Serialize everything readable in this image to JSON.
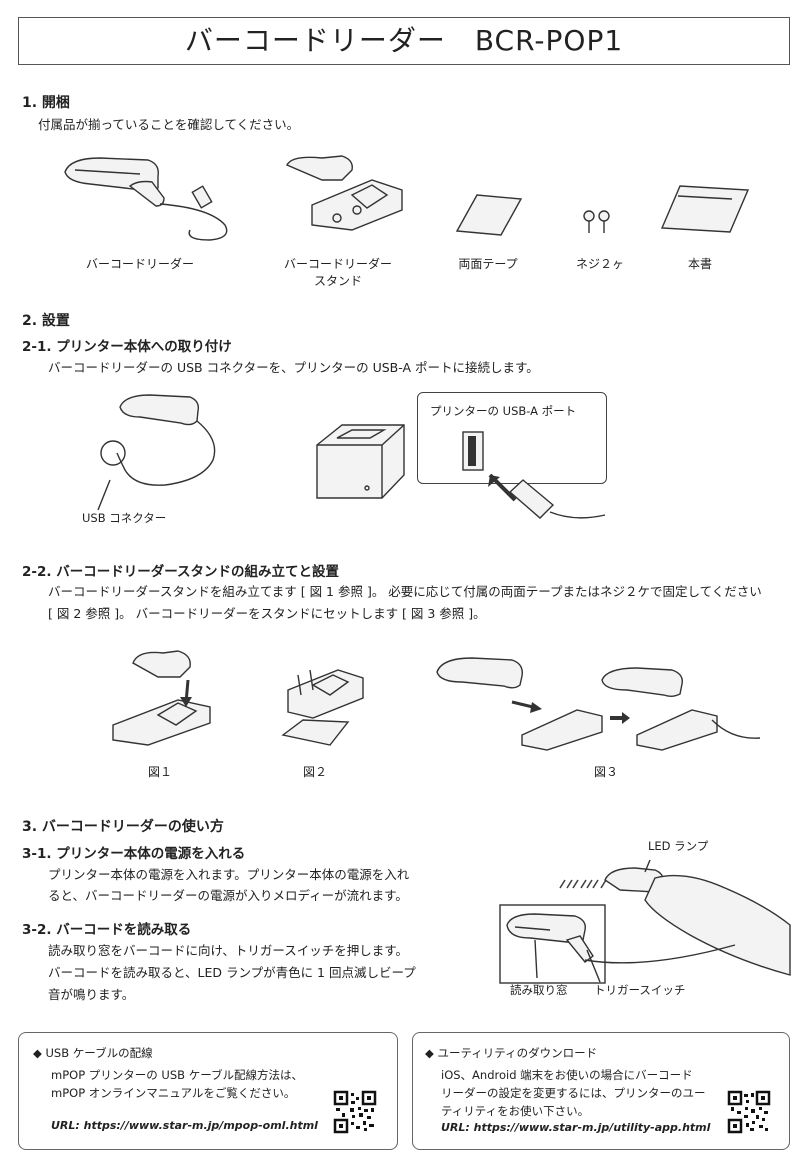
{
  "title": "バーコードリーダー　BCR-POP1",
  "section1": {
    "heading": "1. 開梱",
    "text": "付属品が揃っていることを確認してください。",
    "items": [
      {
        "label": "バーコードリーダー",
        "icon": "barcode-reader-icon"
      },
      {
        "label": "バーコードリーダー\nスタンド",
        "icon": "reader-stand-icon"
      },
      {
        "label": "両面テープ",
        "icon": "double-sided-tape-icon"
      },
      {
        "label": "ネジ２ヶ",
        "icon": "screw-icon"
      },
      {
        "label": "本書",
        "icon": "manual-icon"
      }
    ]
  },
  "section2": {
    "heading": "2. 設置",
    "sub1": {
      "heading": "2-1. プリンター本体への取り付け",
      "text": "バーコードリーダーの USB コネクターを、プリンターの USB-A ポートに接続します。",
      "callout": "プリンターの USB-A ポート",
      "connector_label": "USB コネクター"
    },
    "sub2": {
      "heading": "2-2. バーコードリーダースタンドの組み立てと設置",
      "text_line1": "バーコードリーダースタンドを組み立てます [ 図 1 参照 ]。 必要に応じて付属の両面テープまたはネジ２ケで固定してください",
      "text_line2": "[ 図 2 参照 ]。 バーコードリーダーをスタンドにセットします [ 図 3 参照 ]。",
      "fig1": "図１",
      "fig2": "図２",
      "fig3": "図３"
    }
  },
  "section3": {
    "heading": "3. バーコードリーダーの使い方",
    "sub1": {
      "heading": "3-1. プリンター本体の電源を入れる",
      "line1": "プリンター本体の電源を入れます。プリンター本体の電源を入れ",
      "line2": "ると、バーコードリーダーの電源が入りメロディーが流れます。"
    },
    "sub2": {
      "heading": "3-2. バーコードを読み取る",
      "line1": "読み取り窓をバーコードに向け、トリガースイッチを押します。",
      "line2": "バーコードを読み取ると、LED ランプが青色に 1 回点滅しビープ",
      "line3": "音が鳴ります。"
    },
    "led_label": "LED ランプ",
    "window_label": "読み取り窓",
    "trigger_label": "トリガースイッチ"
  },
  "box_usb": {
    "heading": "◆ USB ケーブルの配線",
    "line1": "mPOP プリンターの USB ケーブル配線方法は、",
    "line2": "mPOP オンラインマニュアルをご覧ください。",
    "url": "URL: https://www.star-m.jp/mpop-oml.html"
  },
  "box_utility": {
    "heading": "◆ ユーティリティのダウンロード",
    "line1": "iOS、Android 端末をお使いの場合にバーコード",
    "line2": "リーダーの設定を変更するには、プリンターのユー",
    "line3": "ティリティをお使い下さい。",
    "url": "URL: https://www.star-m.jp/utility-app.html"
  }
}
